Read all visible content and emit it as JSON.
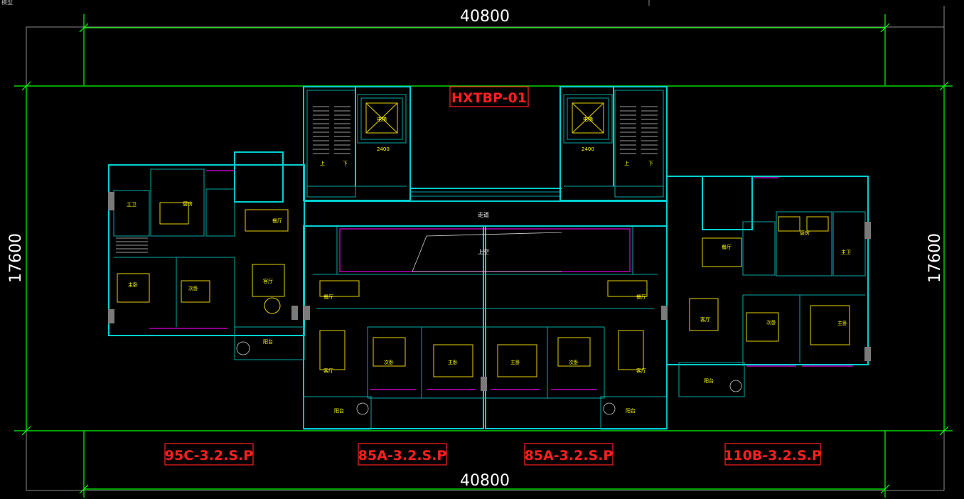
{
  "corner_label": "模型",
  "dimensions": {
    "top_width": "40800",
    "bottom_width": "40800",
    "left_height": "17600",
    "right_height": "17600"
  },
  "building_tag": "HXTBP-01",
  "unit_tags": [
    "95C-3.2.S.P",
    "85A-3.2.S.P",
    "85A-3.2.S.P",
    "110B-3.2.S.P"
  ],
  "rooms": {
    "corridor": "走道",
    "void": "上空",
    "u1_bedroom_main": "主卧",
    "u1_bedroom_2": "次卧",
    "u1_living": "客厅",
    "u1_dining": "餐厅",
    "u1_kitchen": "厨房",
    "u1_bath": "主卫",
    "u1_balcony": "阳台",
    "u2_living": "客厅",
    "u2_dining": "餐厅",
    "u2_bedroom_main": "主卧",
    "u2_bedroom_2": "次卧",
    "u2_balcony": "阳台",
    "u3_living": "客厅",
    "u3_dining": "餐厅",
    "u3_bedroom_main": "主卧",
    "u3_bedroom_2": "次卧",
    "u3_balcony": "阳台",
    "u4_living": "客厅",
    "u4_dining": "餐厅",
    "u4_bedroom_main": "主卧",
    "u4_bedroom_2": "次卧",
    "u4_kitchen": "厨房",
    "u4_bath": "主卫",
    "u4_balcony": "阳台",
    "elevator_left": "电梯",
    "elevator_right": "电梯",
    "stair_up_left": "上",
    "stair_down_left": "下",
    "stair_up_right": "上",
    "stair_down_right": "下",
    "shaft_width_left": "2400",
    "shaft_width_right": "2400"
  }
}
